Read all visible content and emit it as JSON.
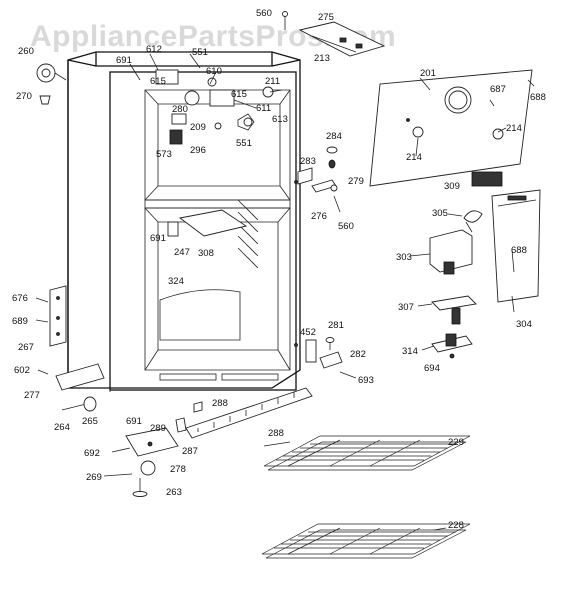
{
  "watermark": "AppliancePartsPros.com",
  "labels": {
    "cabinet": [
      "260",
      "270",
      "612",
      "691",
      "551",
      "610",
      "211",
      "615",
      "611",
      "613",
      "280",
      "209",
      "573",
      "296",
      "615",
      "551",
      "691",
      "247",
      "308",
      "324"
    ],
    "top_center": [
      "560",
      "275",
      "213"
    ],
    "panel": [
      "201",
      "687",
      "688",
      "214",
      "214",
      "309"
    ],
    "hinge_mid": [
      "284",
      "283",
      "279",
      "276",
      "560"
    ],
    "control": [
      "305",
      "688",
      "303",
      "307",
      "304",
      "314",
      "694"
    ],
    "left_side": [
      "676",
      "689",
      "267",
      "602",
      "277",
      "264",
      "265"
    ],
    "bottom_hinge": [
      "452",
      "281",
      "282",
      "693"
    ],
    "bottom": [
      "691",
      "288",
      "289",
      "288",
      "287",
      "692",
      "278",
      "269",
      "263"
    ],
    "shelves": [
      "229",
      "228"
    ]
  }
}
